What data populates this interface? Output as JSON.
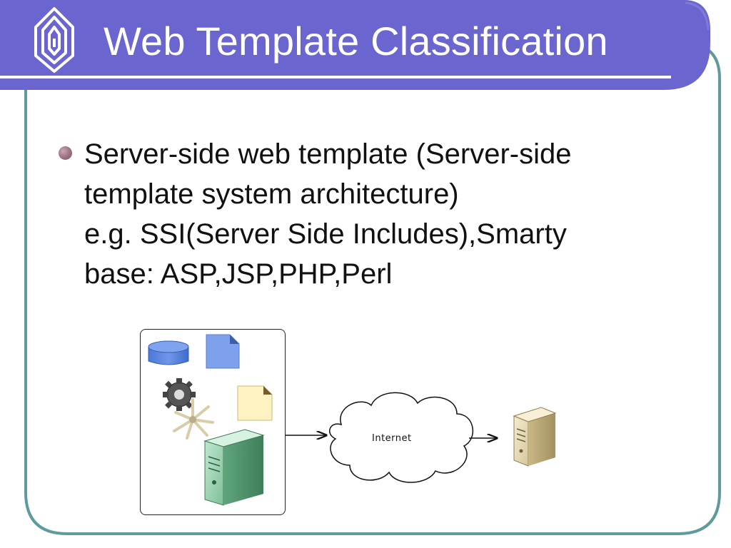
{
  "slide": {
    "title": "Web Template Classification",
    "bullet": {
      "lines": [
        "Server-side web template (Server-side",
        "template system architecture)",
        "e.g. SSI(Server Side Includes),Smarty",
        "base: ASP,JSP,PHP,Perl"
      ]
    },
    "diagram": {
      "cloud_label": "Internet"
    }
  },
  "colors": {
    "title_bar": "#6a65cf",
    "frame_line": "#5f9a9c",
    "bullet": "#9a6f82"
  },
  "icons": [
    "logo-icon",
    "database-icon",
    "document-icon",
    "gear-icon",
    "note-icon",
    "server-icon",
    "client-computer-icon"
  ]
}
